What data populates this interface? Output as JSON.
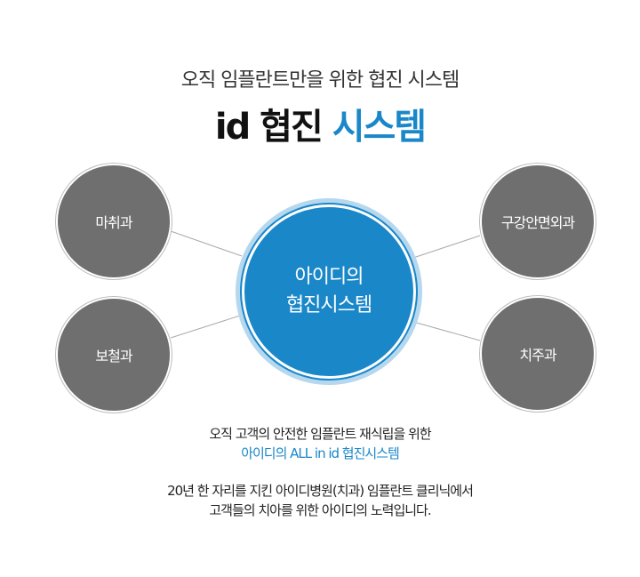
{
  "header": {
    "subtitle": "오직 임플란트만을 위한 협진 시스템",
    "title_main": "id 협진",
    "title_accent": "시스템"
  },
  "diagram": {
    "center_line1": "아이디의",
    "center_line2": "협진시스템",
    "departments": [
      "마취과",
      "보철과",
      "구강안면외과",
      "치주과"
    ]
  },
  "description": {
    "line1": "오직 고객의 안전한 임플란트 재식립을 위한",
    "line2": "아이디의 ALL in id 협진시스템",
    "line3": "20년 한 자리를 지킨 아이디병원(치과) 임플란트 클리닉에서",
    "line4": "고객들의 치아를 위한 아이디의 노력입니다."
  },
  "colors": {
    "accent": "#1a87c9",
    "satellite": "#6f6f6f"
  }
}
